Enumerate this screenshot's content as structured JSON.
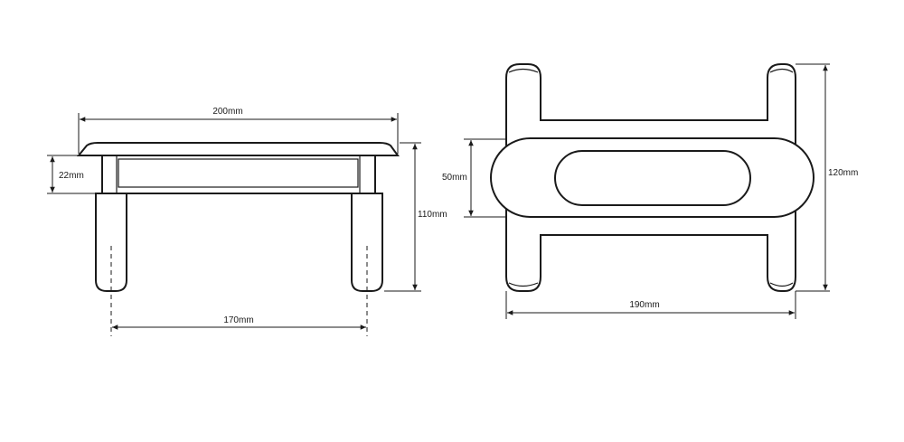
{
  "side_view": {
    "dim_total_width": "200mm",
    "dim_flange_height": "22mm",
    "dim_total_height": "110mm",
    "dim_pin_spacing": "170mm"
  },
  "top_view": {
    "dim_recess_height": "50mm",
    "dim_overall_height": "120mm",
    "dim_overall_width": "190mm"
  }
}
